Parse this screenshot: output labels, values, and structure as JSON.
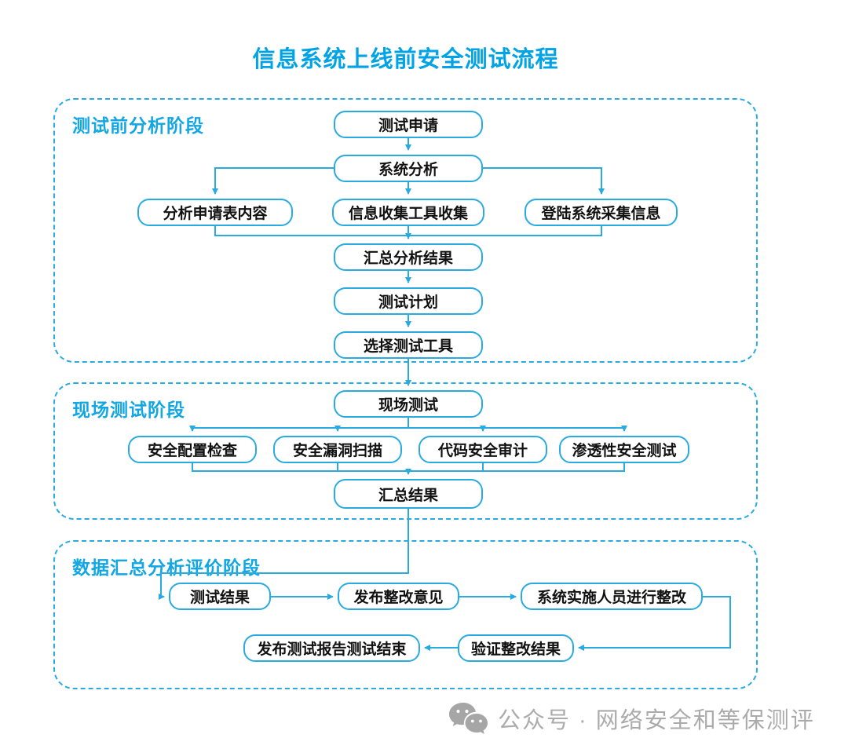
{
  "title": "信息系统上线前安全测试流程",
  "colors": {
    "accent_line": "#29ABE2",
    "heading": "#12A7E4",
    "node_text": "#111111",
    "watermark": "#ABABAB",
    "background": "#FFFFFF"
  },
  "sections": [
    {
      "label": "测试前分析阶段"
    },
    {
      "label": "现场测试阶段"
    },
    {
      "label": "数据汇总分析评价阶段"
    }
  ],
  "nodes": {
    "test_request": "测试申请",
    "system_analysis": "系统分析",
    "analyze_application_form": "分析申请表内容",
    "info_collection_tools": "信息收集工具收集",
    "login_system_collect": "登陆系统采集信息",
    "summarize_analysis_results": "汇总分析结果",
    "test_plan": "测试计划",
    "select_test_tools": "选择测试工具",
    "onsite_testing": "现场测试",
    "security_config_check": "安全配置检查",
    "vulnerability_scan": "安全漏洞扫描",
    "code_security_audit": "代码安全审计",
    "penetration_test": "渗透性安全测试",
    "summarize_results": "汇总结果",
    "test_results": "测试结果",
    "issue_rectification_opinions": "发布整改意见",
    "implementers_rectify": "系统实施人员进行整改",
    "verify_rectification": "验证整改结果",
    "publish_report_end": "发布测试报告测试结束"
  },
  "edges": [
    [
      "测试申请",
      "系统分析"
    ],
    [
      "系统分析",
      "分析申请表内容"
    ],
    [
      "系统分析",
      "信息收集工具收集"
    ],
    [
      "系统分析",
      "登陆系统采集信息"
    ],
    [
      "分析申请表内容",
      "汇总分析结果"
    ],
    [
      "信息收集工具收集",
      "汇总分析结果"
    ],
    [
      "登陆系统采集信息",
      "汇总分析结果"
    ],
    [
      "汇总分析结果",
      "测试计划"
    ],
    [
      "测试计划",
      "选择测试工具"
    ],
    [
      "选择测试工具",
      "现场测试"
    ],
    [
      "现场测试",
      "安全配置检查"
    ],
    [
      "现场测试",
      "安全漏洞扫描"
    ],
    [
      "现场测试",
      "代码安全审计"
    ],
    [
      "现场测试",
      "渗透性安全测试"
    ],
    [
      "安全配置检查",
      "汇总结果"
    ],
    [
      "安全漏洞扫描",
      "汇总结果"
    ],
    [
      "代码安全审计",
      "汇总结果"
    ],
    [
      "渗透性安全测试",
      "汇总结果"
    ],
    [
      "汇总结果",
      "测试结果"
    ],
    [
      "测试结果",
      "发布整改意见"
    ],
    [
      "发布整改意见",
      "系统实施人员进行整改"
    ],
    [
      "系统实施人员进行整改",
      "验证整改结果"
    ],
    [
      "验证整改结果",
      "发布测试报告测试结束"
    ]
  ],
  "watermark": {
    "icon": "wechat-bubbles-icon",
    "text": "公众号 · 网络安全和等保测评"
  }
}
